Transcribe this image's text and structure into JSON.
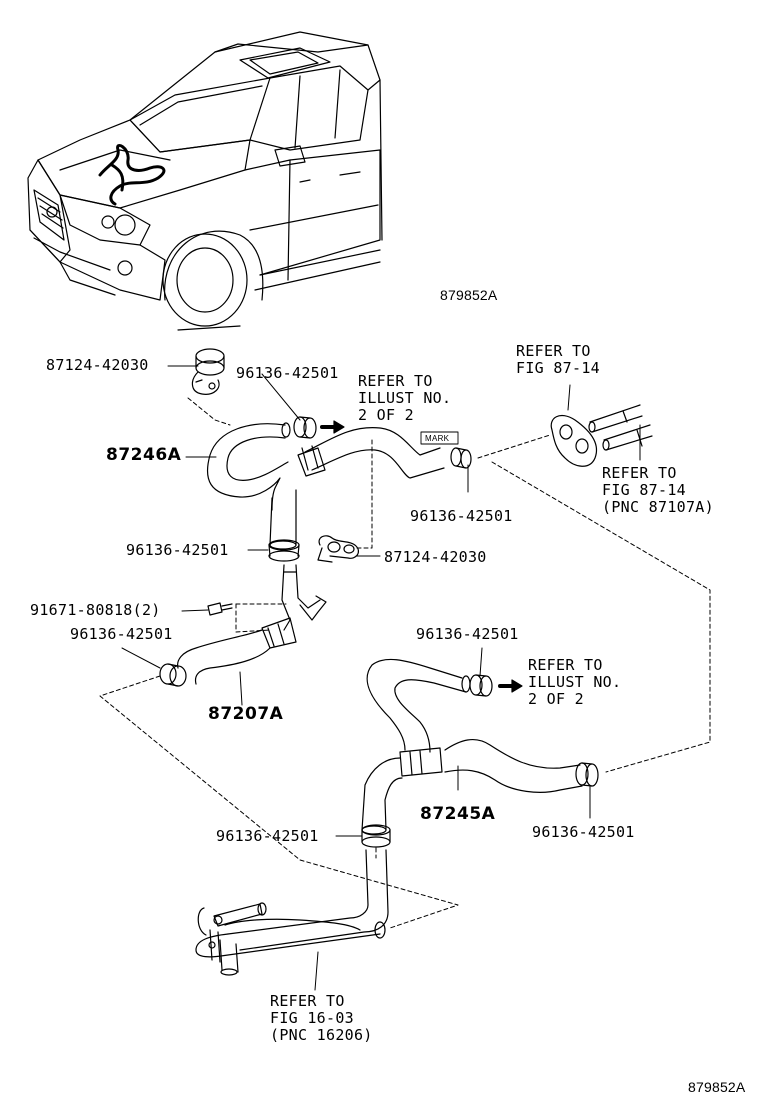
{
  "figure": {
    "code_top": "879852A",
    "code_bottom": "879852A",
    "mark_label": "MARK"
  },
  "parts": {
    "clamp_87124_top": "87124-42030",
    "clamp_96136_a": "96136-42501",
    "hose_87246A": "87246A",
    "clamp_96136_b": "96136-42501",
    "clamp_96136_c": "96136-42501",
    "clamp_87124_mid": "87124-42030",
    "bolt_91671": "91671-80818(2)",
    "clamp_96136_d": "96136-42501",
    "hose_87207A": "87207A",
    "clamp_96136_e": "96136-42501",
    "hose_87245A": "87245A",
    "clamp_96136_f": "96136-42501",
    "clamp_96136_g": "96136-42501"
  },
  "references": {
    "ref_illust_1": "REFER TO\nILLUST NO.\n2 OF 2",
    "ref_fig_8714_top": "REFER TO\nFIG 87-14",
    "ref_fig_8714_pnc": "REFER TO\nFIG 87-14\n(PNC 87107A)",
    "ref_illust_2": "REFER TO\nILLUST NO.\n2 OF 2",
    "ref_fig_1603": "REFER TO\nFIG 16-03\n(PNC 16206)"
  }
}
